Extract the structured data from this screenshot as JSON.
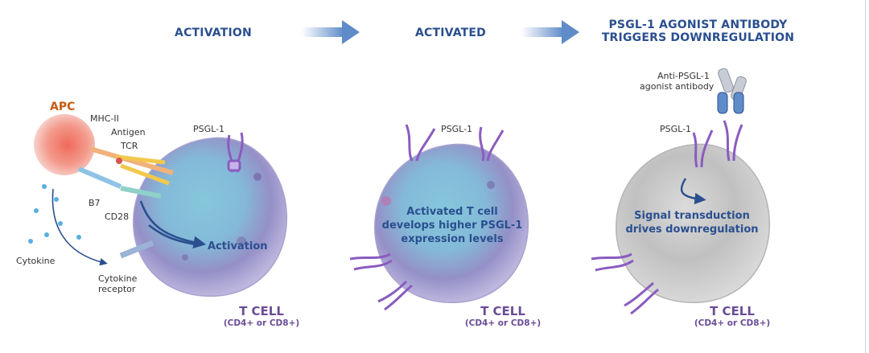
{
  "headings": {
    "activation": "ACTIVATION",
    "activated": "ACTIVATED",
    "agonist_line1": "PSGL-1 AGONIST ANTIBODY",
    "agonist_line2": "TRIGGERS DOWNREGULATION"
  },
  "panel1": {
    "apc": "APC",
    "mhc": "MHC-II",
    "antigen": "Antigen",
    "tcr": "TCR",
    "b7": "B7",
    "cd28": "CD28",
    "cytokine": "Cytokine",
    "receptor_line1": "Cytokine",
    "receptor_line2": "receptor",
    "psgl": "PSGL-1",
    "activation": "Activation",
    "cell_title": "T CELL",
    "cell_sub": "(CD4+ or CD8+)"
  },
  "panel2": {
    "psgl": "PSGL-1",
    "text_line1": "Activated T cell",
    "text_line2": "develops higher PSGL-1",
    "text_line3": "expression levels",
    "cell_title": "T CELL",
    "cell_sub": "(CD4+ or CD8+)"
  },
  "panel3": {
    "antibody_line1": "Anti-PSGL-1",
    "antibody_line2": "agonist antibody",
    "psgl": "PSGL-1",
    "text_line1": "Signal transduction",
    "text_line2": "drives downregulation",
    "cell_title": "T CELL",
    "cell_sub": "(CD4+ or CD8+)"
  },
  "colors": {
    "heading": "#2a4f8f",
    "apc": "#c55a11",
    "cell_label": "#6a4d96",
    "psgl": "#8a5cc0"
  }
}
